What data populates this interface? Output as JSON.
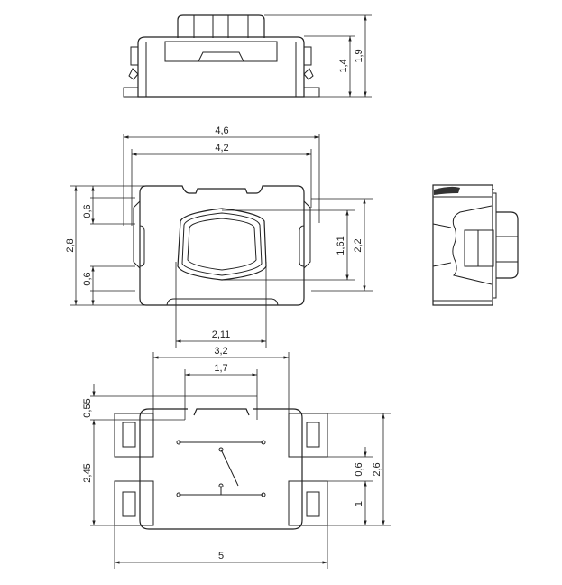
{
  "views": {
    "top": {
      "dims": {
        "height_body": "1,4",
        "height_total": "1,9"
      }
    },
    "front": {
      "dims": {
        "width_outer": "4,6",
        "width_inner": "4,2",
        "height": "2,8",
        "lead_upper": "0,6",
        "lead_lower": "0,6",
        "button_height": "1,61",
        "lead_span": "2,2",
        "button_width": "2,11"
      }
    },
    "footprint": {
      "dims": {
        "width_mid": "3,2",
        "slot": "1,7",
        "offset": "0,55",
        "height": "2,45",
        "pad_gap": "0,6",
        "pad": "1",
        "pad_span": "2,6",
        "width_total": "5"
      }
    }
  }
}
